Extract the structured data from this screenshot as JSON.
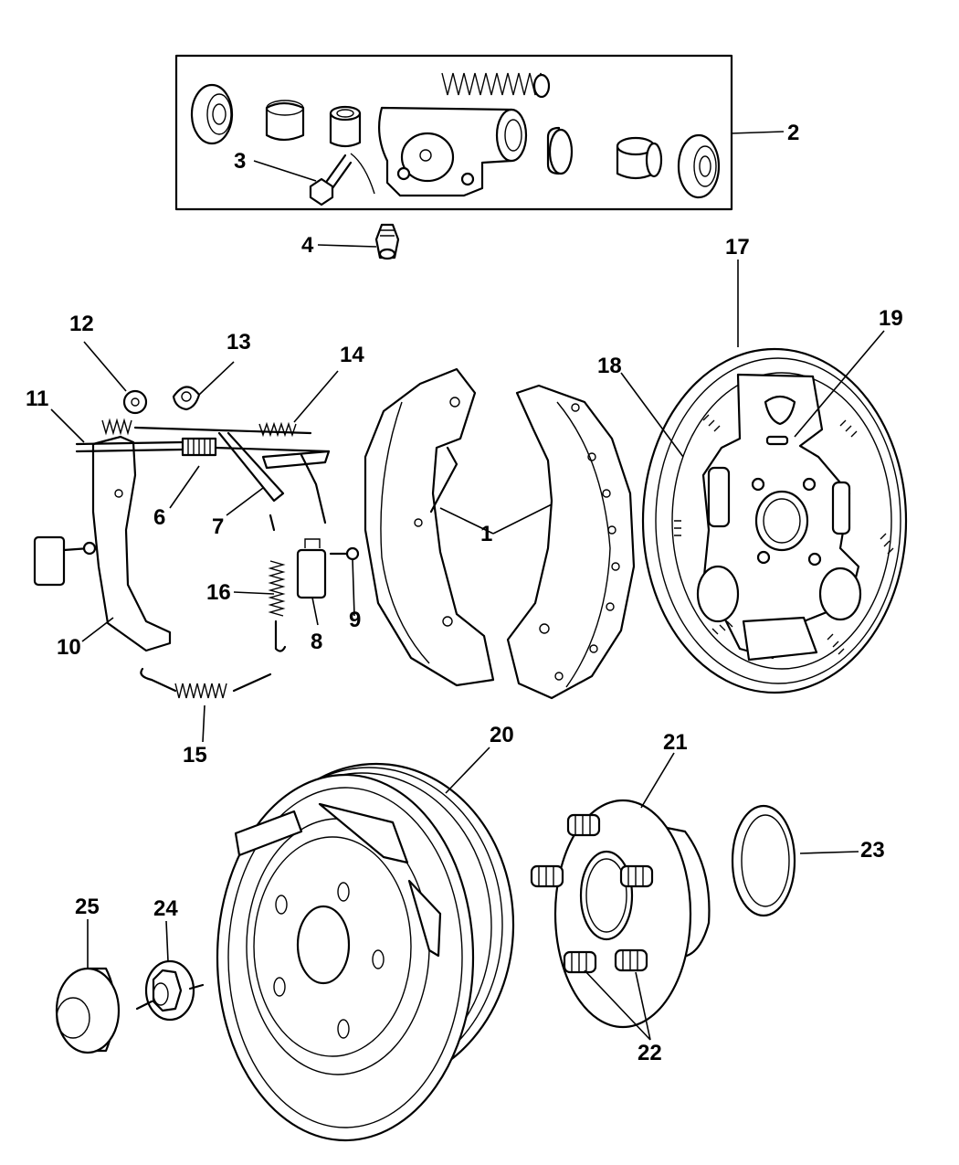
{
  "callouts": {
    "c1": "1",
    "c2": "2",
    "c3": "3",
    "c4": "4",
    "c5": "25",
    "c6": "6",
    "c7": "7",
    "c8": "8",
    "c9": "9",
    "c10": "10",
    "c11": "11",
    "c12": "12",
    "c13": "13",
    "c14": "14",
    "c15": "15",
    "c16": "16",
    "c17": "17",
    "c18": "18",
    "c19": "19",
    "c20": "20",
    "c21": "21",
    "c22": "22",
    "c23": "23",
    "c24": "24"
  }
}
